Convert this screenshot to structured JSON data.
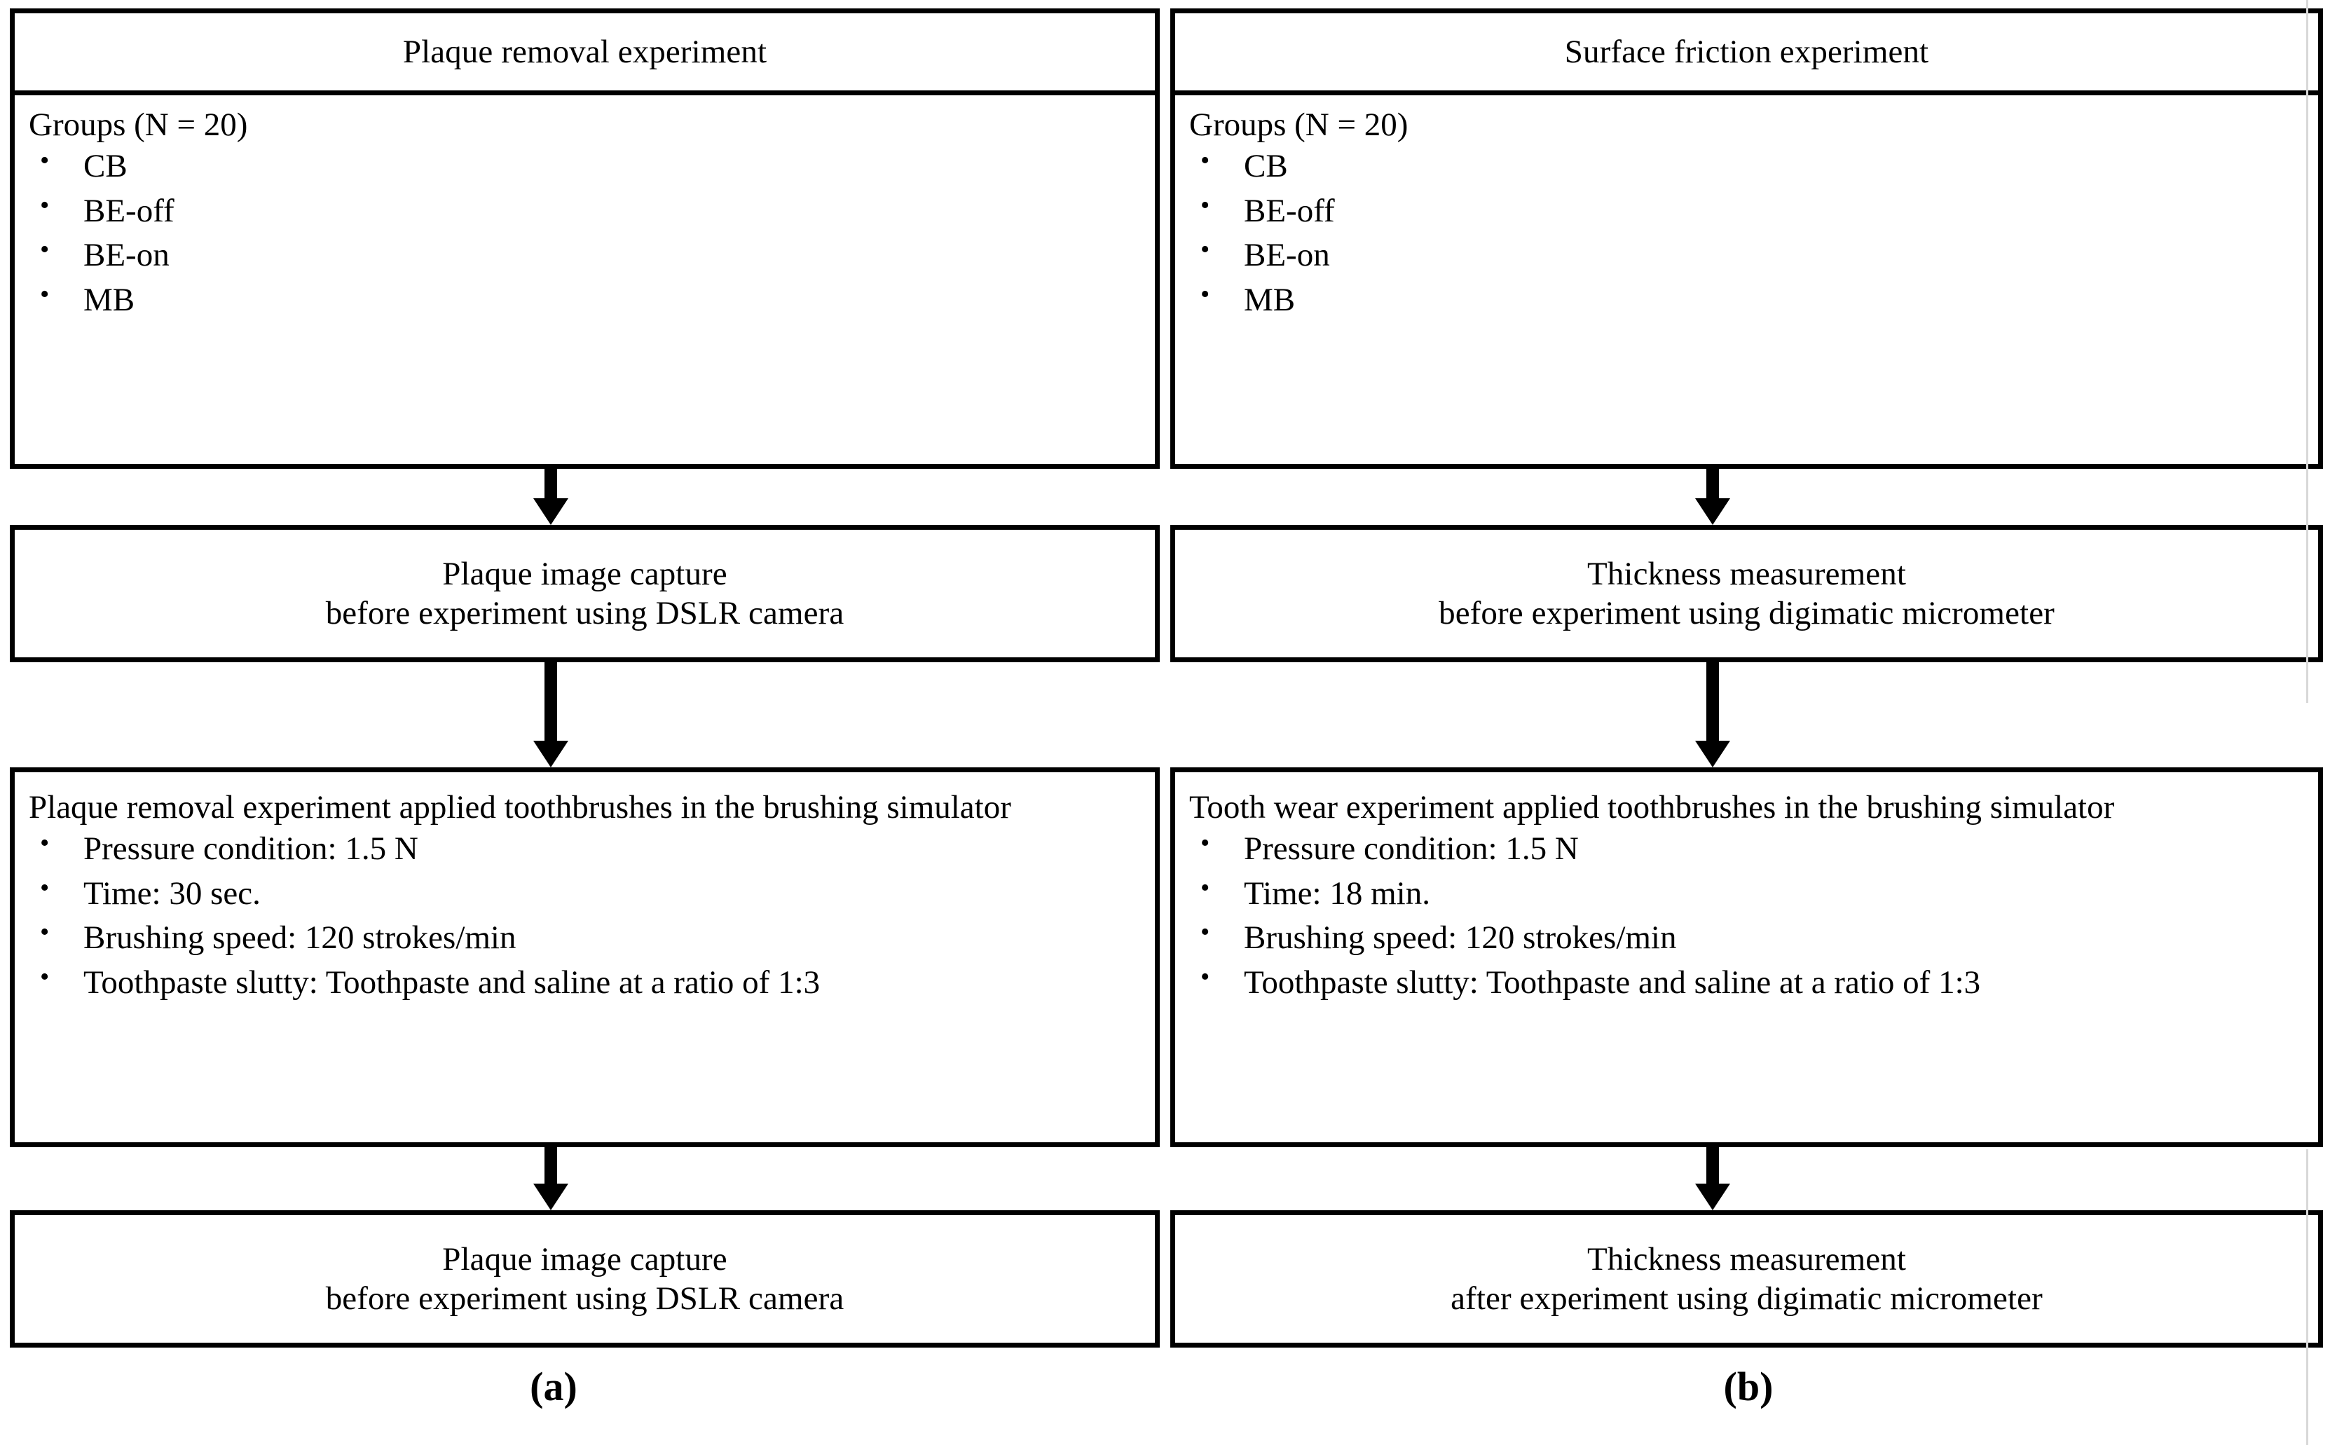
{
  "figure": {
    "panels": [
      {
        "caption": "(a)",
        "header": "Plaque removal experiment",
        "groups": {
          "title": "Groups (N = 20)",
          "items": [
            "CB",
            "BE-off",
            "BE-on",
            "MB"
          ]
        },
        "pre_measurement": {
          "line1": "Plaque image capture",
          "line2": "before experiment using DSLR camera"
        },
        "protocol": {
          "lead": "Plaque removal experiment applied toothbrushes in the brushing simulator",
          "items": [
            "Pressure condition: 1.5 N",
            "Time: 30 sec.",
            "Brushing speed: 120 strokes/min",
            "Toothpaste slutty: Toothpaste and saline at a ratio of 1:3"
          ]
        },
        "post_measurement": {
          "line1": "Plaque image capture",
          "line2": "before experiment using DSLR camera"
        }
      },
      {
        "caption": "(b)",
        "header": "Surface friction experiment",
        "groups": {
          "title": "Groups (N = 20)",
          "items": [
            "CB",
            "BE-off",
            "BE-on",
            "MB"
          ]
        },
        "pre_measurement": {
          "line1": "Thickness measurement",
          "line2": "before experiment using digimatic micrometer"
        },
        "protocol": {
          "lead": "Tooth wear experiment applied toothbrushes in the brushing simulator",
          "items": [
            "Pressure condition: 1.5 N",
            "Time: 18 min.",
            "Brushing speed: 120 strokes/min",
            "Toothpaste slutty: Toothpaste and saline at a ratio of 1:3"
          ]
        },
        "post_measurement": {
          "line1": "Thickness measurement",
          "line2": "after experiment using digimatic micrometer"
        }
      }
    ],
    "colors": {
      "stroke": "#000000",
      "background": "#ffffff",
      "text": "#000000"
    }
  }
}
